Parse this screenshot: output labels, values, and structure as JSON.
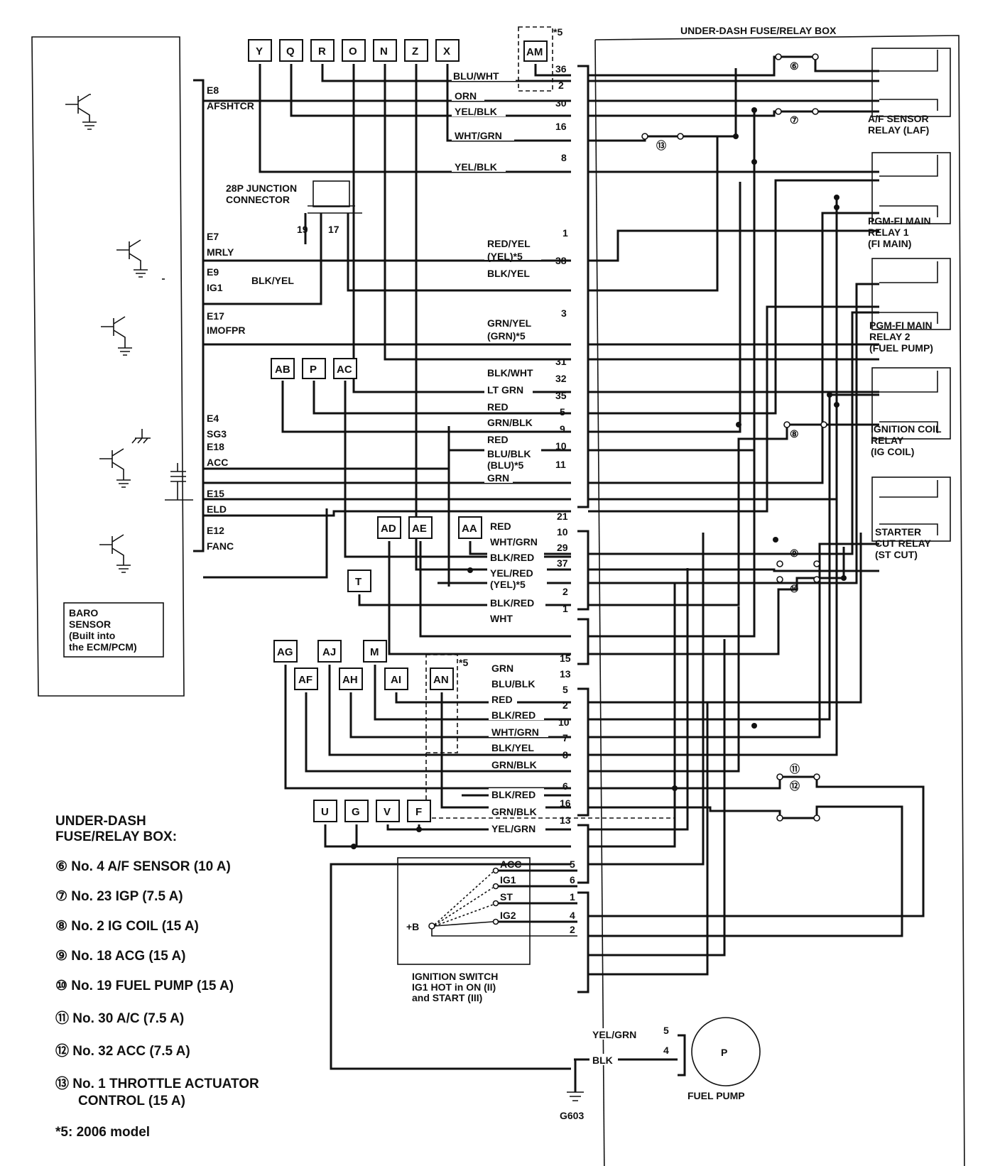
{
  "title": "UNDER-DASH FUSE/RELAY BOX",
  "ecm_pins": [
    {
      "pin": "E8",
      "name": "AFSHTCR"
    },
    {
      "pin": "E7",
      "name": "MRLY"
    },
    {
      "pin": "E9",
      "name": "IG1"
    },
    {
      "pin": "E17",
      "name": "IMOFPR"
    },
    {
      "pin": "E4",
      "name": "SG3"
    },
    {
      "pin": "E18",
      "name": "ACC"
    },
    {
      "pin": "E15",
      "name": "ELD"
    },
    {
      "pin": "E12",
      "name": "FANC"
    }
  ],
  "baro_sensor": [
    "BARO",
    "SENSOR",
    "(Built into",
    "the ECM/PCM)"
  ],
  "junction": {
    "title": [
      "28P JUNCTION",
      "CONNECTOR"
    ],
    "pin_a": "19",
    "pin_b": "17"
  },
  "top_connectors": [
    "Y",
    "Q",
    "R",
    "O",
    "N",
    "Z",
    "X",
    "AM"
  ],
  "am_note": "*5",
  "mid_connectors": [
    "AB",
    "P",
    "AC"
  ],
  "right_connectors": [
    "AD",
    "AE",
    "AA",
    "T"
  ],
  "lower_connectors": [
    "AG",
    "AJ",
    "M",
    "AF",
    "AH",
    "AI",
    "AN"
  ],
  "an_note": "*5",
  "bottom_connectors": [
    "U",
    "G",
    "V",
    "F"
  ],
  "wires_top": [
    {
      "color": "BLU/WHT",
      "pin": "36"
    },
    {
      "color": "ORN",
      "pin": "2"
    },
    {
      "color": "YEL/BLK",
      "pin": "30"
    },
    {
      "color": "WHT/GRN",
      "pin": "16"
    },
    {
      "color": "YEL/BLK",
      "pin": "8"
    },
    {
      "color": "RED/YEL",
      "alt": "(YEL)*5",
      "pin": "1"
    },
    {
      "color": "BLK/YEL",
      "pin": "38"
    },
    {
      "color": "GRN/YEL",
      "alt": "(GRN)*5",
      "pin": "3"
    },
    {
      "color": "BLK/WHT",
      "pin": "31"
    },
    {
      "color": "LT GRN",
      "pin": "32"
    },
    {
      "color": "RED",
      "pin": "35"
    },
    {
      "color": "GRN/BLK",
      "pin": "5"
    },
    {
      "color": "RED",
      "pin": "9"
    },
    {
      "color": "BLU/BLK",
      "alt": "(BLU)*5",
      "pin": "10"
    },
    {
      "color": "GRN",
      "pin": "11"
    }
  ],
  "ig1_wire": "BLK/YEL",
  "wires_mid": [
    {
      "color": "RED",
      "pin": "21"
    },
    {
      "color": "WHT/GRN",
      "pin": "10"
    },
    {
      "color": "BLK/RED",
      "pin": "29"
    },
    {
      "color": "YEL/RED",
      "alt": "(YEL)*5",
      "pin": "37"
    },
    {
      "color": "BLK/RED",
      "pin": "2"
    },
    {
      "color": "WHT",
      "pin": "1"
    }
  ],
  "wires_low": [
    {
      "color": "GRN",
      "pin": "15"
    },
    {
      "color": "BLU/BLK",
      "pin": "13"
    },
    {
      "color": "RED",
      "pin": "5"
    },
    {
      "color": "BLK/RED",
      "pin": "2"
    },
    {
      "color": "WHT/GRN",
      "pin": "10"
    },
    {
      "color": "BLK/YEL",
      "pin": "7"
    },
    {
      "color": "GRN/BLK",
      "pin": "8"
    }
  ],
  "wires_bot": [
    {
      "color": "BLK/RED",
      "pin": "6"
    },
    {
      "color": "GRN/BLK",
      "pin": "16"
    },
    {
      "color": "YEL/GRN",
      "pin": "13"
    }
  ],
  "relays": [
    {
      "lines": [
        "A/F SENSOR",
        "RELAY (LAF)"
      ]
    },
    {
      "lines": [
        "PGM-FI MAIN",
        "RELAY 1",
        "(FI MAIN)"
      ]
    },
    {
      "lines": [
        "PGM-FI MAIN",
        "RELAY 2",
        "(FUEL PUMP)"
      ]
    },
    {
      "lines": [
        "IGNITION COIL",
        "RELAY",
        "(IG COIL)"
      ]
    },
    {
      "lines": [
        "STARTER",
        "CUT RELAY",
        "(ST CUT)"
      ]
    }
  ],
  "fuse_marks": [
    "⑥",
    "⑦",
    "⑬",
    "⑧",
    "⑨",
    "⑩",
    "⑪",
    "⑫"
  ],
  "ign_switch": {
    "terminals": [
      "ACC",
      "IG1",
      "ST",
      "IG2"
    ],
    "battery": "+B",
    "pins": [
      "5",
      "6",
      "1",
      "4",
      "2"
    ],
    "caption": [
      "IGNITION SWITCH",
      "IG1 HOT in ON (II)",
      "and START (III)"
    ]
  },
  "fuel_pump": {
    "symbol": "P",
    "label": "FUEL PUMP",
    "wire1": "YEL/GRN",
    "pin1": "5",
    "wire2": "BLK",
    "pin2": "4",
    "ground": "G603"
  },
  "legend": {
    "title": [
      "UNDER-DASH",
      "FUSE/RELAY BOX:"
    ],
    "items": [
      "⑥ No. 4 A/F SENSOR (10 A)",
      "⑦ No. 23 IGP (7.5 A)",
      "⑧ No. 2 IG COIL (15 A)",
      "⑨ No. 18 ACG (15 A)",
      "⑩ No. 19 FUEL PUMP (15 A)",
      "⑪ No. 30 A/C (7.5 A)",
      "⑫ No. 32 ACC (7.5 A)",
      "⑬ No. 1 THROTTLE ACTUATOR",
      "CONTROL (15 A)"
    ],
    "note": "*5: 2006 model"
  }
}
